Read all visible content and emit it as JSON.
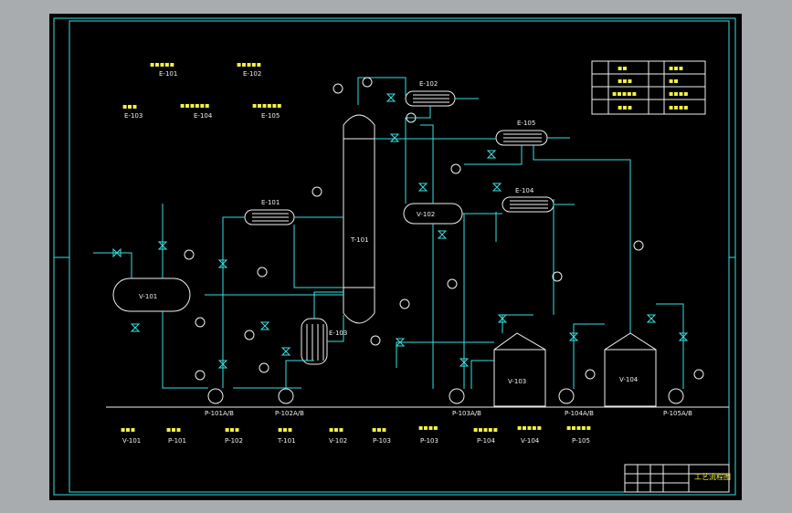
{
  "legend_labels": [
    "E-101",
    "E-102",
    "E-103",
    "E-104",
    "E-105"
  ],
  "equipment": {
    "column": "T-101",
    "drum_left": "V-101",
    "reflux_drum": "V-102",
    "reboiler": "E-103",
    "exch_101": "E-101",
    "exch_102": "E-102",
    "exch_104": "E-104",
    "exch_105": "E-105",
    "tank_103": "V-103",
    "tank_104": "V-104"
  },
  "pumps": [
    "P-101A/B",
    "P-102A/B",
    "P-103A/B",
    "P-104A/B",
    "P-105A/B"
  ],
  "bottom_labels": [
    "V-101",
    "P-101",
    "P-102",
    "T-101",
    "V-102",
    "P-103",
    "P-103",
    "P-104",
    "V-104",
    "P-105"
  ],
  "title_block": {
    "title": "工艺流程图"
  },
  "colors": {
    "background": "#000000",
    "lines": "#39e0e0",
    "equipment": "#f0f0f0",
    "labels": "#f2f246",
    "frame": "#a9acaf"
  }
}
